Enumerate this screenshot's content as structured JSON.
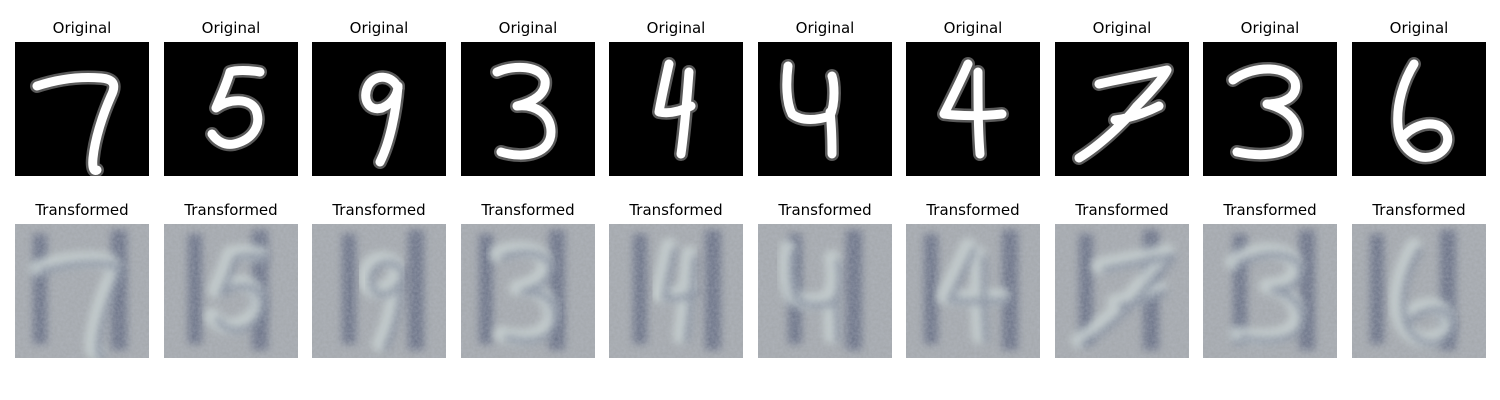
{
  "figure": {
    "row_titles": {
      "original": "Original",
      "transformed": "Transformed"
    },
    "colors": {
      "original_background": "#000000",
      "original_stroke": "#ffffff",
      "transformed_background": "#a3a7ab",
      "transformed_dark": "#3b4466",
      "transformed_light": "#c9d3d0"
    },
    "pairs": [
      {
        "digit": "7"
      },
      {
        "digit": "5"
      },
      {
        "digit": "9"
      },
      {
        "digit": "3"
      },
      {
        "digit": "4"
      },
      {
        "digit": "4"
      },
      {
        "digit": "4"
      },
      {
        "digit": "7"
      },
      {
        "digit": "3"
      },
      {
        "digit": "6"
      }
    ]
  }
}
